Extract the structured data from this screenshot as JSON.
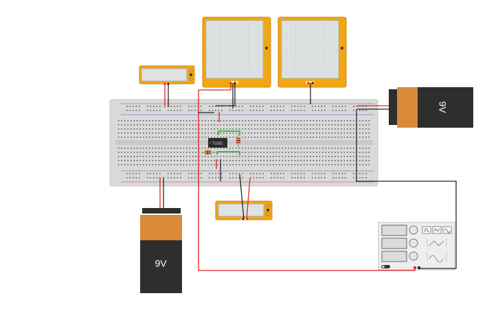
{
  "circuit": {
    "battery_top_right": {
      "label": "9V"
    },
    "battery_bottom_left": {
      "label": "9V"
    },
    "ic_chip": {
      "label": "TL082"
    },
    "multimeters": [
      {
        "id": "meter-top-left",
        "reading": ""
      },
      {
        "id": "meter-bottom",
        "reading": ""
      }
    ],
    "oscilloscopes": [
      {
        "id": "scope-left"
      },
      {
        "id": "scope-right"
      }
    ],
    "function_generator": {
      "waveform_buttons": [
        "square-wave-icon",
        "triangle-wave-icon",
        "sine-wave-icon"
      ]
    }
  },
  "colors": {
    "breadboard": "#d9d9d9",
    "wire_red": "#e02020",
    "wire_black": "#222222",
    "wire_green": "#22aa22",
    "instrument_yellow": "#f2a614",
    "battery_orange": "#d98b3a",
    "battery_black": "#2e2e2e"
  }
}
